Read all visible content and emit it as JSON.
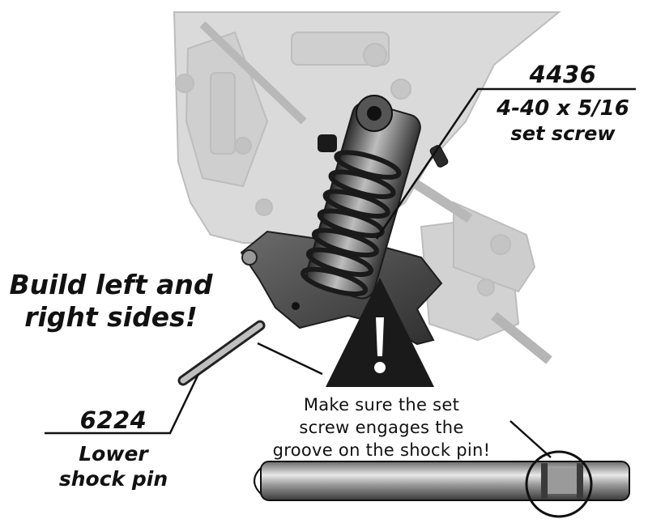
{
  "parts": [
    {
      "number": "4436",
      "desc_line1": "4-40 x 5/16",
      "desc_line2": "set screw"
    },
    {
      "number": "6224",
      "desc_line1": "Lower",
      "desc_line2": "shock pin"
    }
  ],
  "headline": {
    "line1": "Build left and",
    "line2": "right sides!"
  },
  "warning": {
    "symbol": "!",
    "icon": "warning-triangle-icon",
    "note_line1": "Make sure the set",
    "note_line2": "screw engages the",
    "note_line3": "groove on the shock pin!"
  },
  "colors": {
    "ink": "#111111",
    "ghost": "#d6d6d6",
    "part": "#555555"
  }
}
